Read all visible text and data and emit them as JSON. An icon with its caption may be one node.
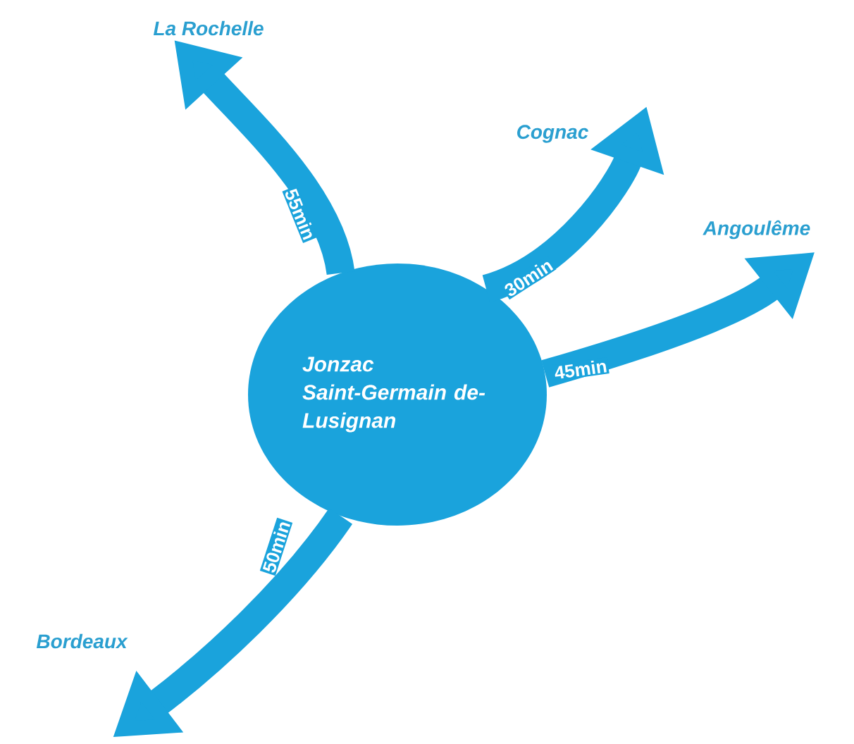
{
  "diagram": {
    "nodes": [
      {
        "text": [
          "Jonzac",
          "Saint-Germain de-Lusignan"
        ]
      },
      {
        "text": [
          "La Rochelle"
        ]
      },
      {
        "text": [
          "Cognac"
        ]
      },
      {
        "text": [
          "Angoulême"
        ]
      },
      {
        "text": [
          "Bordeaux"
        ]
      }
    ],
    "edges": [
      {
        "from": 0,
        "to": 1,
        "arrow": "to",
        "label": "55min"
      },
      {
        "from": 0,
        "to": 2,
        "arrow": "to",
        "label": "30min"
      },
      {
        "from": 0,
        "to": 3,
        "arrow": "to",
        "label": "45min"
      },
      {
        "from": 0,
        "to": 4,
        "arrow": "to",
        "label": "50min"
      }
    ]
  }
}
